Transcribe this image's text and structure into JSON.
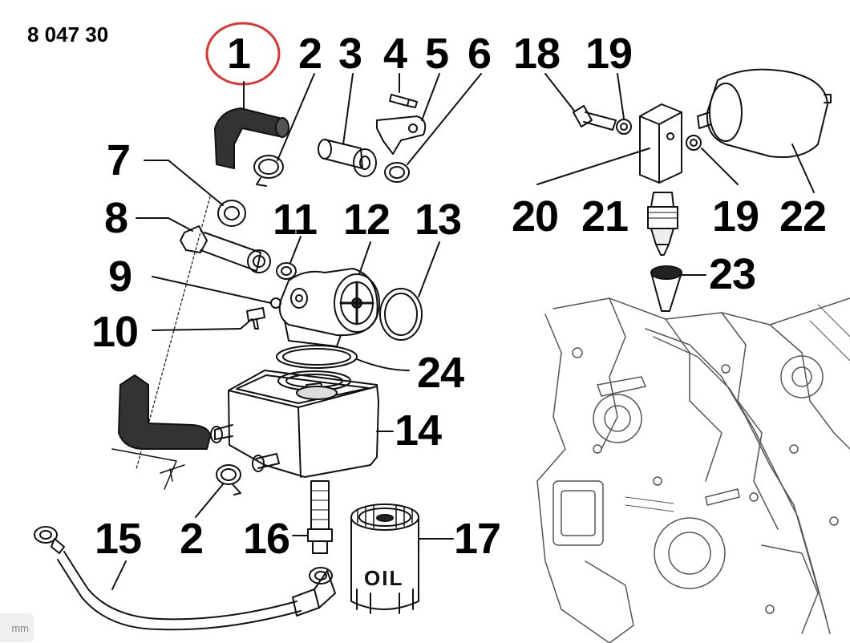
{
  "page_code": "8 047 30",
  "oil_filter_text": "OIL",
  "units_badge": "mm",
  "highlight_color": "#e0322e",
  "part_labels": {
    "p1": "1",
    "p2a": "2",
    "p3": "3",
    "p4": "4",
    "p5": "5",
    "p6": "6",
    "p18": "18",
    "p19a": "19",
    "p7": "7",
    "p8": "8",
    "p11": "11",
    "p12": "12",
    "p13": "13",
    "p20": "20",
    "p21": "21",
    "p19b": "19",
    "p22": "22",
    "p9": "9",
    "p23": "23",
    "p10": "10",
    "p24": "24",
    "p14": "14",
    "p15": "15",
    "p2b": "2",
    "p16": "16",
    "p17": "17"
  }
}
